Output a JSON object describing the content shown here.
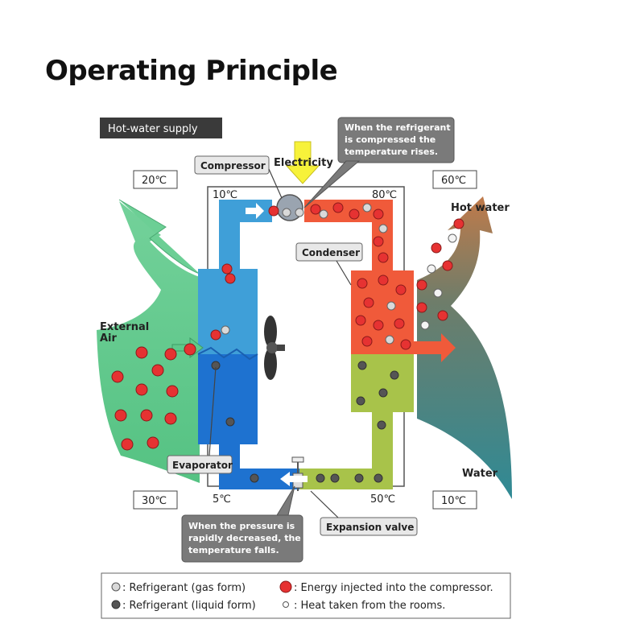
{
  "title": "Operating Principle",
  "banner": "Hot-water supply",
  "labels": {
    "compressor": "Compressor",
    "electricity": "Electricity",
    "condenser": "Condenser",
    "evaporator": "Evaporator",
    "expansion_valve": "Expansion valve",
    "hot_water": "Hot water",
    "water": "Water",
    "external_air_1": "External",
    "external_air_2": "Air"
  },
  "temps": {
    "air_out": "20℃",
    "air_in": "30℃",
    "water_hot": "60℃",
    "water_cold": "10℃",
    "ref_10": "10℃",
    "ref_80": "80℃",
    "ref_5": "5℃",
    "ref_50": "50℃"
  },
  "callouts": {
    "compress": [
      "When the refrigerant",
      "is compressed the",
      "temperature rises."
    ],
    "pressure": [
      "When the pressure is",
      "rapidly decreased, the",
      "temperature falls."
    ]
  },
  "legend": {
    "gas": ": Refrigerant (gas form)",
    "liquid": ": Refrigerant (liquid form)",
    "energy": ": Energy injected into the compressor.",
    "heat": ": Heat taken from the rooms."
  },
  "colors": {
    "gas_dot": "#d9d9d9",
    "liquid_dot": "#555555",
    "energy_dot": "#e63232",
    "pipe_cold": "#2f8ed0",
    "pipe_liquid": "#1f6fd1",
    "pipe_hot": "#f05a3a",
    "pipe_warm": "#a8c34a",
    "air_green": "#5ec98a",
    "water_teal": "#3f8f93"
  }
}
